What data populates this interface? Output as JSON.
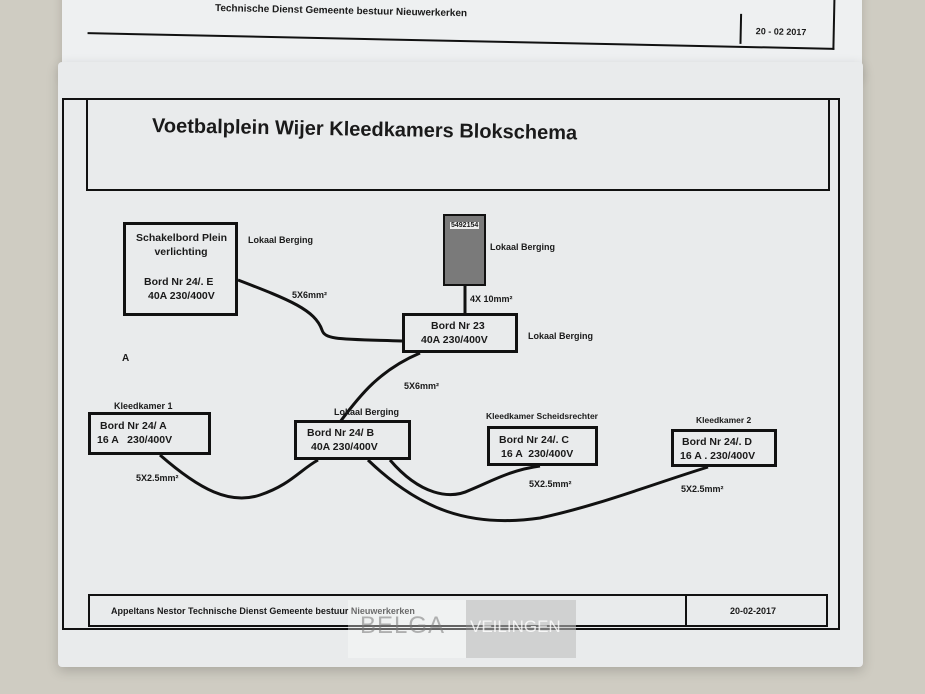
{
  "top_sheet": {
    "footer_text": "Technische Dienst Gemeente bestuur Nieuwerkerken",
    "date": "20 - 02 2017"
  },
  "main_sheet": {
    "title": "Voetbalplein Wijer Kleedkamers Blokschema",
    "marker": "A",
    "nodes": {
      "e": {
        "line1": "Schakelbord Plein",
        "line2": "verlichting",
        "line3": "Bord Nr 24/. E",
        "line4": "40A 230/400V",
        "location": "Lokaal Berging"
      },
      "meter": {
        "id": "5492154",
        "location": "Lokaal Berging"
      },
      "b23": {
        "line1": "Bord Nr 23",
        "line2": "40A 230/400V",
        "location": "Lokaal Berging"
      },
      "a": {
        "line1": "Bord Nr 24/ A",
        "line2": "16 A   230/400V",
        "location": "Kleedkamer 1"
      },
      "b": {
        "line1": "Bord Nr 24/ B",
        "line2": "40A 230/400V",
        "location": "Lokaal Berging"
      },
      "c": {
        "line1": "Bord Nr 24/. C",
        "line2": "16 A  230/400V",
        "location": "Kleedkamer Scheidsrechter"
      },
      "d": {
        "line1": "Bord Nr 24/. D",
        "line2": "16 A . 230/400V",
        "location": "Kleedkamer 2"
      }
    },
    "cables": {
      "e_23": "5X6mm²",
      "meter_23": "4X 10mm²",
      "b23_b": "5X6mm²",
      "a_b": "5X2.5mm²",
      "b_c": "5X2.5mm²",
      "b_d": "5X2.5mm²"
    },
    "footer": {
      "author": "Appeltans Nestor  Technische Dienst Gemeente bestuur Nieuwerkerken",
      "date": "20-02-2017"
    }
  },
  "watermark": {
    "left": "BELGA",
    "right": "VEILINGEN"
  }
}
